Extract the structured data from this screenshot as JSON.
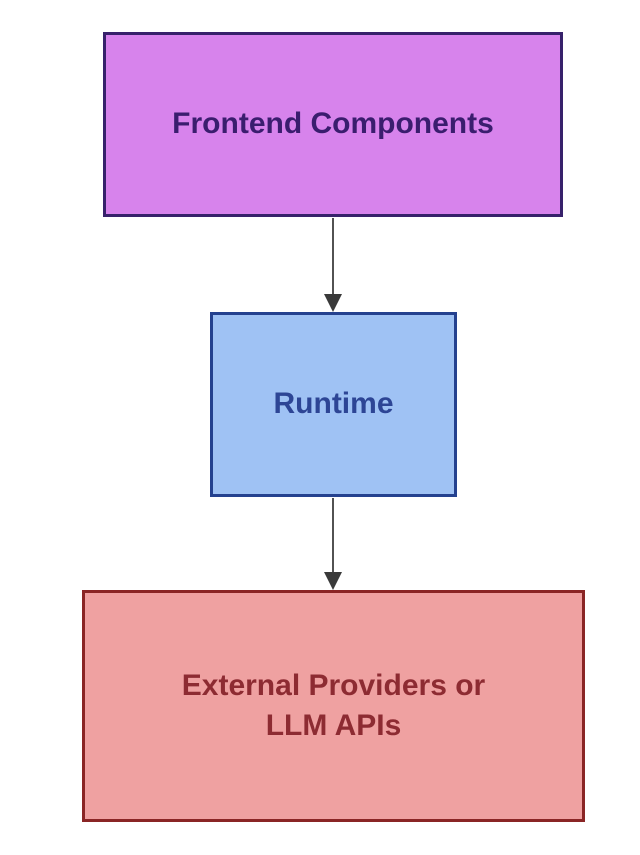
{
  "diagram": {
    "background_color": "#ffffff",
    "arrow_color": "#333333",
    "nodes": [
      {
        "id": "frontend-components",
        "label": "Frontend Components",
        "fill_color": "#d783ec",
        "border_color": "#37216b",
        "text_color": "#3a1d6e"
      },
      {
        "id": "runtime",
        "label": "Runtime",
        "fill_color": "#9fc2f4",
        "border_color": "#24418f",
        "text_color": "#2d4595"
      },
      {
        "id": "external-providers",
        "label_line1": "External Providers or",
        "label_line2": "LLM APIs",
        "fill_color": "#efa1a1",
        "border_color": "#8a2525",
        "text_color": "#8d2b32"
      }
    ],
    "edges": [
      {
        "from": "frontend-components",
        "to": "runtime"
      },
      {
        "from": "runtime",
        "to": "external-providers"
      }
    ]
  }
}
